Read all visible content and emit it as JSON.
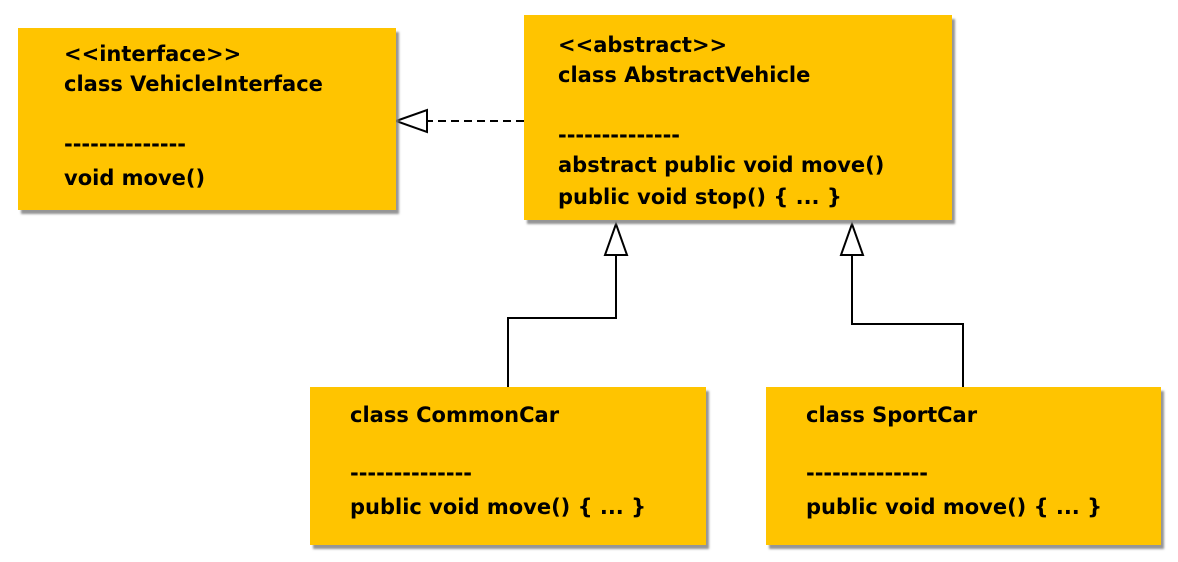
{
  "colors": {
    "box_fill": "#ffc400",
    "line": "#000000",
    "background": "#ffffff"
  },
  "boxes": {
    "vehicle_interface": {
      "stereotype": "<<interface>>",
      "name": "class VehicleInterface",
      "separator": "--------------",
      "members": [
        "void move()"
      ]
    },
    "abstract_vehicle": {
      "stereotype": "<<abstract>>",
      "name": "class AbstractVehicle",
      "separator": "--------------",
      "members": [
        "abstract public void move()",
        "public void stop() { ... }"
      ]
    },
    "common_car": {
      "name": "class CommonCar",
      "separator": "--------------",
      "members": [
        "public void move() { ... }"
      ]
    },
    "sport_car": {
      "name": "class SportCar",
      "separator": "--------------",
      "members": [
        "public void move() { ... }"
      ]
    }
  },
  "relations": [
    {
      "from": "abstract_vehicle",
      "to": "vehicle_interface",
      "kind": "realization"
    },
    {
      "from": "common_car",
      "to": "abstract_vehicle",
      "kind": "generalization"
    },
    {
      "from": "sport_car",
      "to": "abstract_vehicle",
      "kind": "generalization"
    }
  ]
}
